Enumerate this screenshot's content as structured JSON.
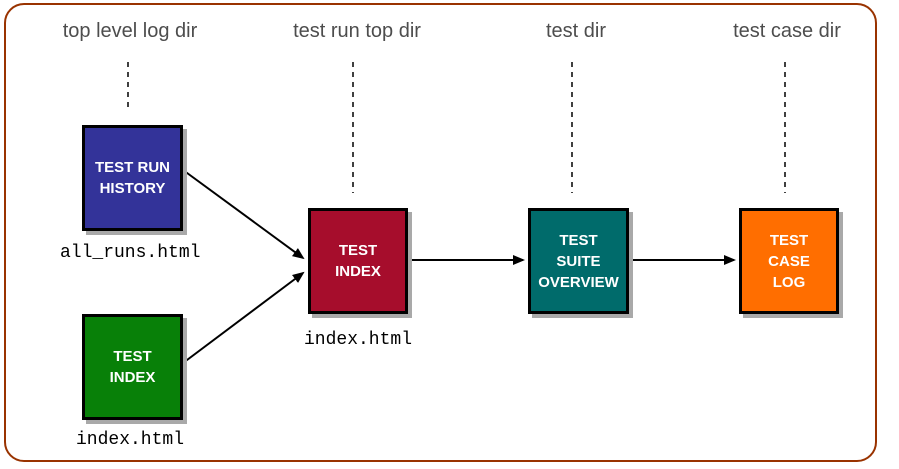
{
  "diagram": {
    "columns": [
      {
        "label": "top level log dir"
      },
      {
        "label": "test run top dir"
      },
      {
        "label": "test dir"
      },
      {
        "label": "test case dir"
      }
    ],
    "nodes": [
      {
        "id": "test-run-history",
        "label": "TEST RUN\nHISTORY",
        "color": "#333399",
        "file_label": "all_runs.html"
      },
      {
        "id": "test-index-toplevel",
        "label": "TEST\nINDEX",
        "color": "#088008",
        "file_label": "index.html"
      },
      {
        "id": "test-index-run",
        "label": "TEST\nINDEX",
        "color": "#a60d2c",
        "file_label": "index.html"
      },
      {
        "id": "test-suite-overview",
        "label": "TEST\nSUITE\nOVERVIEW",
        "color": "#006b6b"
      },
      {
        "id": "test-case-log",
        "label": "TEST\nCASE\nLOG",
        "color": "#ff6e00"
      }
    ],
    "colors": {
      "frame_border": "#993300",
      "header_text": "#4d4d4d",
      "node_text": "#ffffff",
      "node_border": "#000000",
      "node_shadow": "#a9a9a9",
      "line": "#000000"
    }
  }
}
